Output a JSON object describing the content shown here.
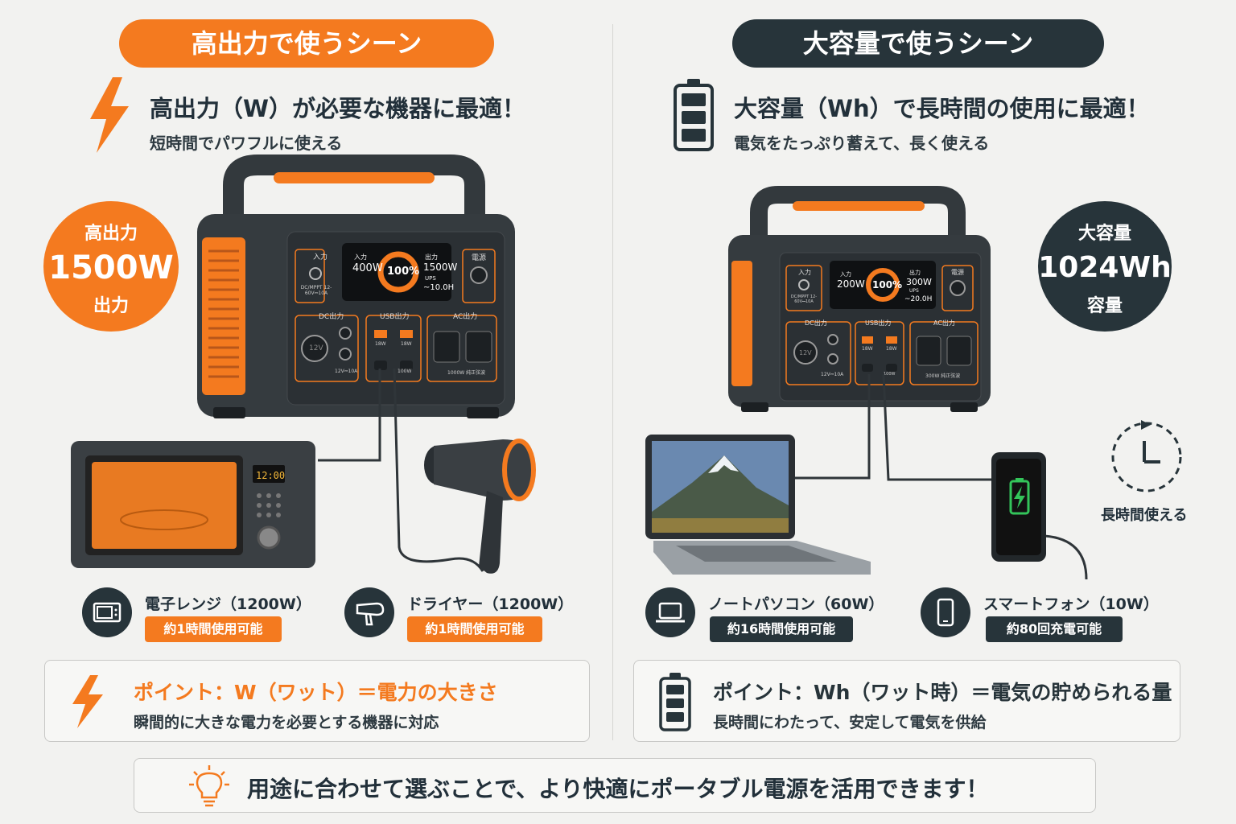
{
  "left": {
    "pill_label": "高出力で使うシーン",
    "heading": "高出力（W）が必要な機器に最適！",
    "subheading": "短時間でパワフルに使える",
    "circle": {
      "top": "高出力",
      "value": "1500W",
      "bottom": "出力"
    },
    "unit_panel": {
      "input_label": "入力",
      "input_value": "400W",
      "percent": "100%",
      "output_label": "出力",
      "output_value": "1500W",
      "ups_label": "UPS",
      "ups_value": "~10.0H",
      "power_label": "電源",
      "dc_port": "DC/MPPT 12-60V⎓10A",
      "dc_section": "DC出力",
      "usb_section": "USB出力",
      "ac_section": "AC出力",
      "usb_a1": "18W",
      "usb_a2": "18W",
      "usb_c": "100W",
      "dc_spec": "12V⎓10A",
      "ac_spec": "1000W 純正弦波",
      "car_socket": "12V"
    },
    "microwave_clock": "12:00",
    "devices": [
      {
        "icon": "microwave-icon",
        "label": "電子レンジ（1200W）",
        "badge": "約1時間使用可能"
      },
      {
        "icon": "hair-dryer-icon",
        "label": "ドライヤー（1200W）",
        "badge": "約1時間使用可能"
      }
    ],
    "point": {
      "title": "ポイント：W（ワット）＝電力の大きさ",
      "text": "瞬間的に大きな電力を必要とする機器に対応"
    }
  },
  "right": {
    "pill_label": "大容量で使うシーン",
    "heading": "大容量（Wh）で長時間の使用に最適！",
    "subheading": "電気をたっぷり蓄えて、長く使える",
    "circle": {
      "top": "大容量",
      "value": "1024Wh",
      "bottom": "容量"
    },
    "unit_panel": {
      "input_label": "入力",
      "input_value": "200W",
      "percent": "100%",
      "output_label": "出力",
      "output_value": "300W",
      "ups_label": "UPS",
      "ups_value": "~20.0H",
      "power_label": "電源",
      "dc_port": "DC/MPPT 12-60V⎓10A",
      "dc_section": "DC出力",
      "usb_section": "USB出力",
      "ac_section": "AC出力",
      "usb_a1": "18W",
      "usb_a2": "18W",
      "usb_c": "100W",
      "dc_spec": "12V⎓10A",
      "ac_spec": "300W 純正弦波",
      "car_socket": "12V"
    },
    "clock_caption": "長時間使える",
    "devices": [
      {
        "icon": "laptop-icon",
        "label": "ノートパソコン（60W）",
        "badge": "約16時間使用可能"
      },
      {
        "icon": "smartphone-icon",
        "label": "スマートフォン（10W）",
        "badge": "約80回充電可能"
      }
    ],
    "point": {
      "title": "ポイント：Wh（ワット時）＝電気の貯められる量",
      "text": "長時間にわたって、安定して電気を供給"
    }
  },
  "footer": {
    "text": "用途に合わせて選ぶことで、より快適にポータブル電源を活用できます！",
    "icon": "lightbulb-icon"
  },
  "colors": {
    "orange": "#f47a1f",
    "dark": "#27343a",
    "background": "#f2f2f0"
  }
}
